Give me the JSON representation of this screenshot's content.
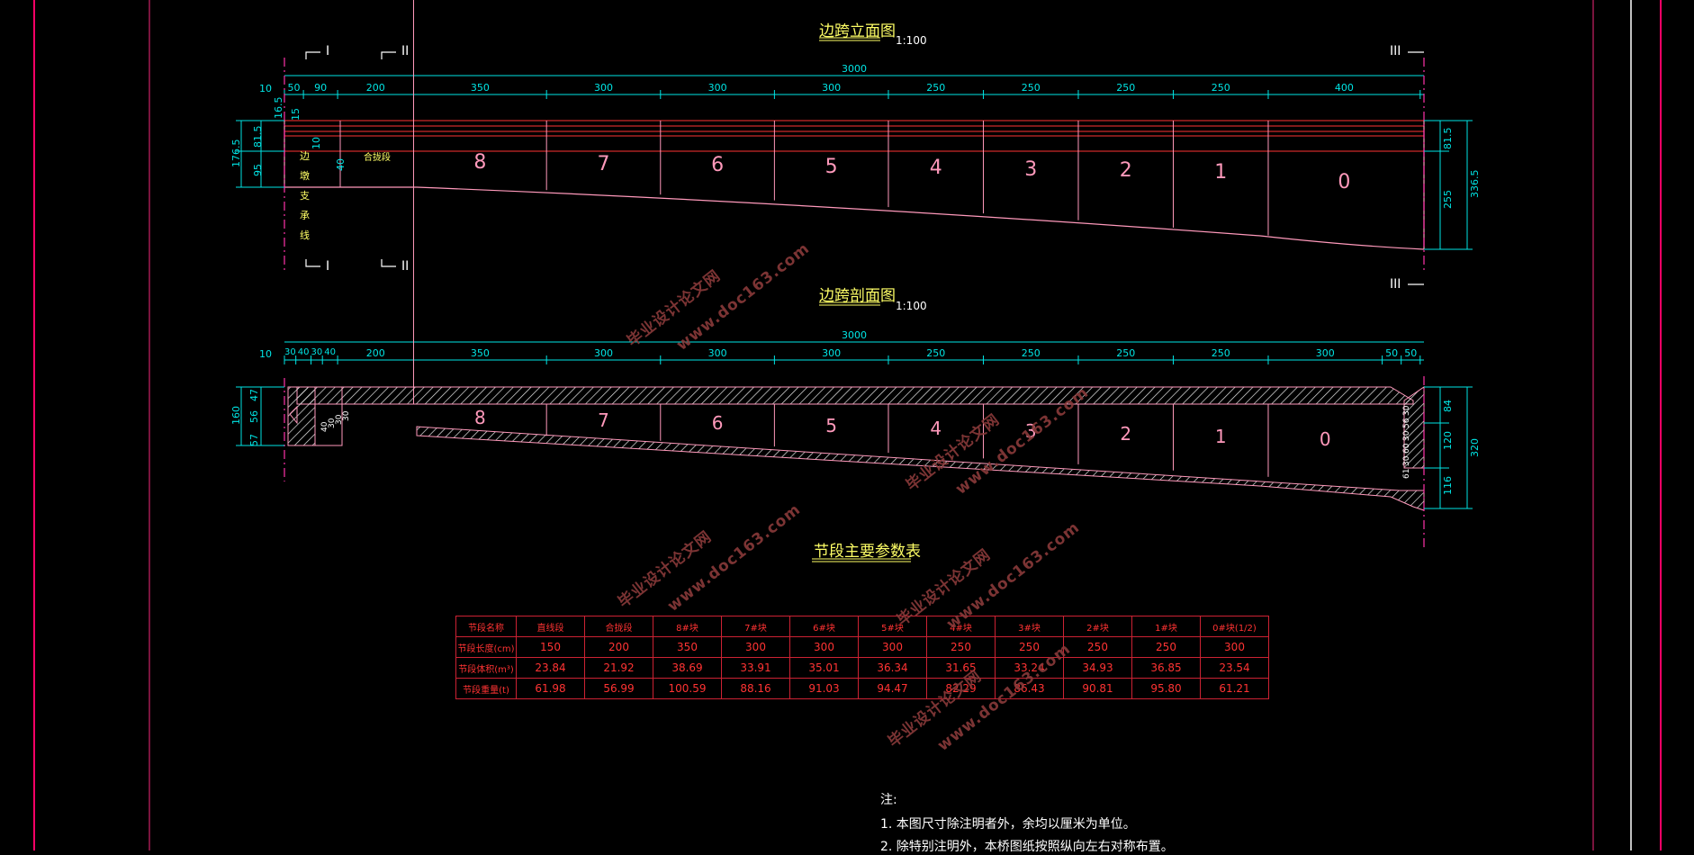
{
  "titles": {
    "elevation": "边跨立面图",
    "elevation_scale": "1:100",
    "section": "边跨剖面图",
    "section_scale": "1:100",
    "table": "节段主要参数表"
  },
  "elevation": {
    "total": "3000",
    "dims": [
      "10",
      "50",
      "90",
      "200",
      "350",
      "300",
      "300",
      "300",
      "250",
      "250",
      "250",
      "250",
      "400"
    ],
    "segments": [
      "8",
      "7",
      "6",
      "5",
      "4",
      "3",
      "2",
      "1",
      "0"
    ],
    "left_dims": [
      "176.5",
      "81.5",
      "95",
      "16.5",
      "15",
      "10",
      "40"
    ],
    "right_dims": [
      "81.5",
      "255",
      "336.5"
    ],
    "section_marks": [
      "I",
      "II",
      "III"
    ],
    "support_label": [
      "边",
      "墩",
      "支",
      "承",
      "线"
    ],
    "closure_label": "合拢段"
  },
  "section": {
    "total": "3000",
    "dims": [
      "10",
      "30",
      "40",
      "30",
      "40",
      "200",
      "350",
      "300",
      "300",
      "300",
      "250",
      "250",
      "250",
      "250",
      "300",
      "50",
      "50"
    ],
    "segments": [
      "8",
      "7",
      "6",
      "5",
      "4",
      "3",
      "2",
      "1",
      "0"
    ],
    "left_dims": [
      "160",
      "57",
      "56",
      "47"
    ],
    "inner_left": [
      "40",
      "30",
      "30",
      "30"
    ],
    "right_dims": [
      "84",
      "120",
      "116",
      "320"
    ],
    "inner_right": [
      "30",
      "56",
      "30",
      "60",
      "30",
      "61"
    ]
  },
  "table": {
    "row_labels": [
      "节段名称",
      "节段长度(cm)",
      "节段体积(m³)",
      "节段重量(t)"
    ],
    "columns": [
      "直线段",
      "合拢段",
      "8#块",
      "7#块",
      "6#块",
      "5#块",
      "4#块",
      "3#块",
      "2#块",
      "1#块",
      "0#块(1/2)"
    ],
    "rows": [
      [
        "150",
        "200",
        "350",
        "300",
        "300",
        "300",
        "250",
        "250",
        "250",
        "250",
        "300"
      ],
      [
        "23.84",
        "21.92",
        "38.69",
        "33.91",
        "35.01",
        "36.34",
        "31.65",
        "33.24",
        "34.93",
        "36.85",
        "23.54"
      ],
      [
        "61.98",
        "56.99",
        "100.59",
        "88.16",
        "91.03",
        "94.47",
        "82.29",
        "86.43",
        "90.81",
        "95.80",
        "61.21"
      ]
    ]
  },
  "notes": {
    "head": "注:",
    "line1": "1. 本图尺寸除注明者外，余均以厘米为单位。",
    "line2": "2. 除特别注明外，本桥图纸按照纵向左右对称布置。"
  },
  "watermark": {
    "cn": "毕业设计论文网",
    "url": "www.doc163.com"
  },
  "colors": {
    "background": "#000000",
    "dimension": "#00e5e5",
    "outline": "#ff99bb",
    "title": "#ffff66",
    "table": "#cc2233",
    "frame": "#ff0066"
  }
}
